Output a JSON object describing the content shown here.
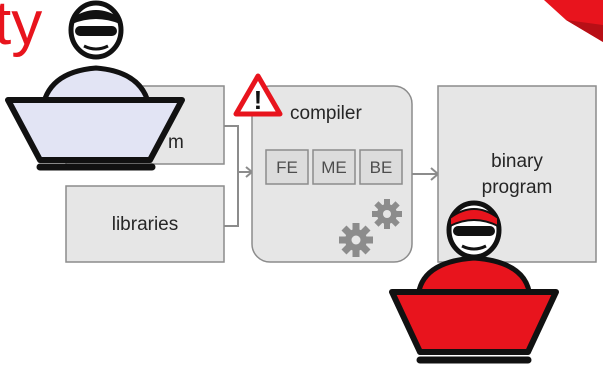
{
  "title_fragment": "ty",
  "boxes": {
    "source": "m",
    "libraries": "libraries",
    "binary": [
      "binary",
      "program"
    ]
  },
  "compiler": {
    "label": "compiler",
    "warning_symbol": "!",
    "stages": [
      "FE",
      "ME",
      "BE"
    ]
  },
  "colors": {
    "accent": "#e8141d",
    "box_fill": "#e6e6e6",
    "box_stroke": "#8c8c8c",
    "trusted_person": "#e2e4f4",
    "attacker_person": "#e8141d"
  }
}
